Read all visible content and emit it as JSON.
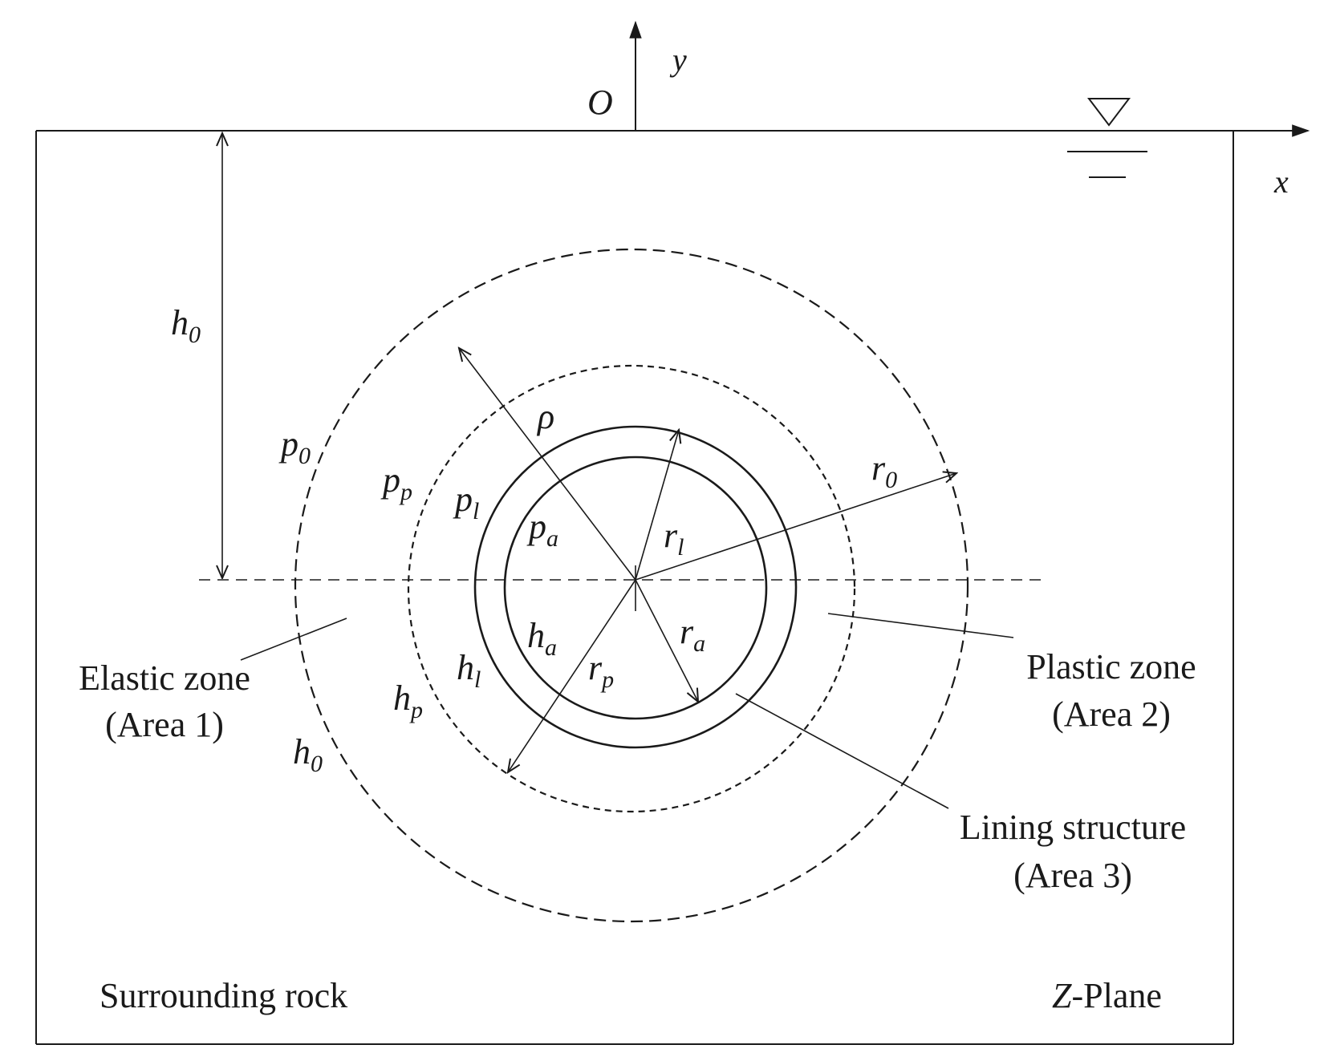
{
  "axes": {
    "y": "y",
    "x": "x",
    "origin": "O"
  },
  "dimension": {
    "h0_left": {
      "base": "h",
      "sub": "0"
    }
  },
  "pressures": {
    "p0": {
      "base": "p",
      "sub": "0"
    },
    "pp": {
      "base": "p",
      "sub": "p"
    },
    "pl": {
      "base": "p",
      "sub": "l"
    },
    "pa": {
      "base": "p",
      "sub": "a"
    }
  },
  "heads": {
    "ha": {
      "base": "h",
      "sub": "a"
    },
    "hl": {
      "base": "h",
      "sub": "l"
    },
    "hp": {
      "base": "h",
      "sub": "p"
    },
    "h0": {
      "base": "h",
      "sub": "0"
    }
  },
  "radii": {
    "rho": "ρ",
    "r0": {
      "base": "r",
      "sub": "0"
    },
    "rl": {
      "base": "r",
      "sub": "l"
    },
    "ra": {
      "base": "r",
      "sub": "a"
    },
    "rp": {
      "base": "r",
      "sub": "p"
    }
  },
  "zones": {
    "elastic": {
      "name": "Elastic zone",
      "area": "(Area 1)"
    },
    "plastic": {
      "name": "Plastic zone",
      "area": "(Area 2)"
    },
    "lining": {
      "name": "Lining structure",
      "area": "(Area 3)"
    }
  },
  "corner": {
    "surrounding": "Surrounding rock",
    "plane_italic": "Z",
    "plane_rest": "-Plane"
  }
}
